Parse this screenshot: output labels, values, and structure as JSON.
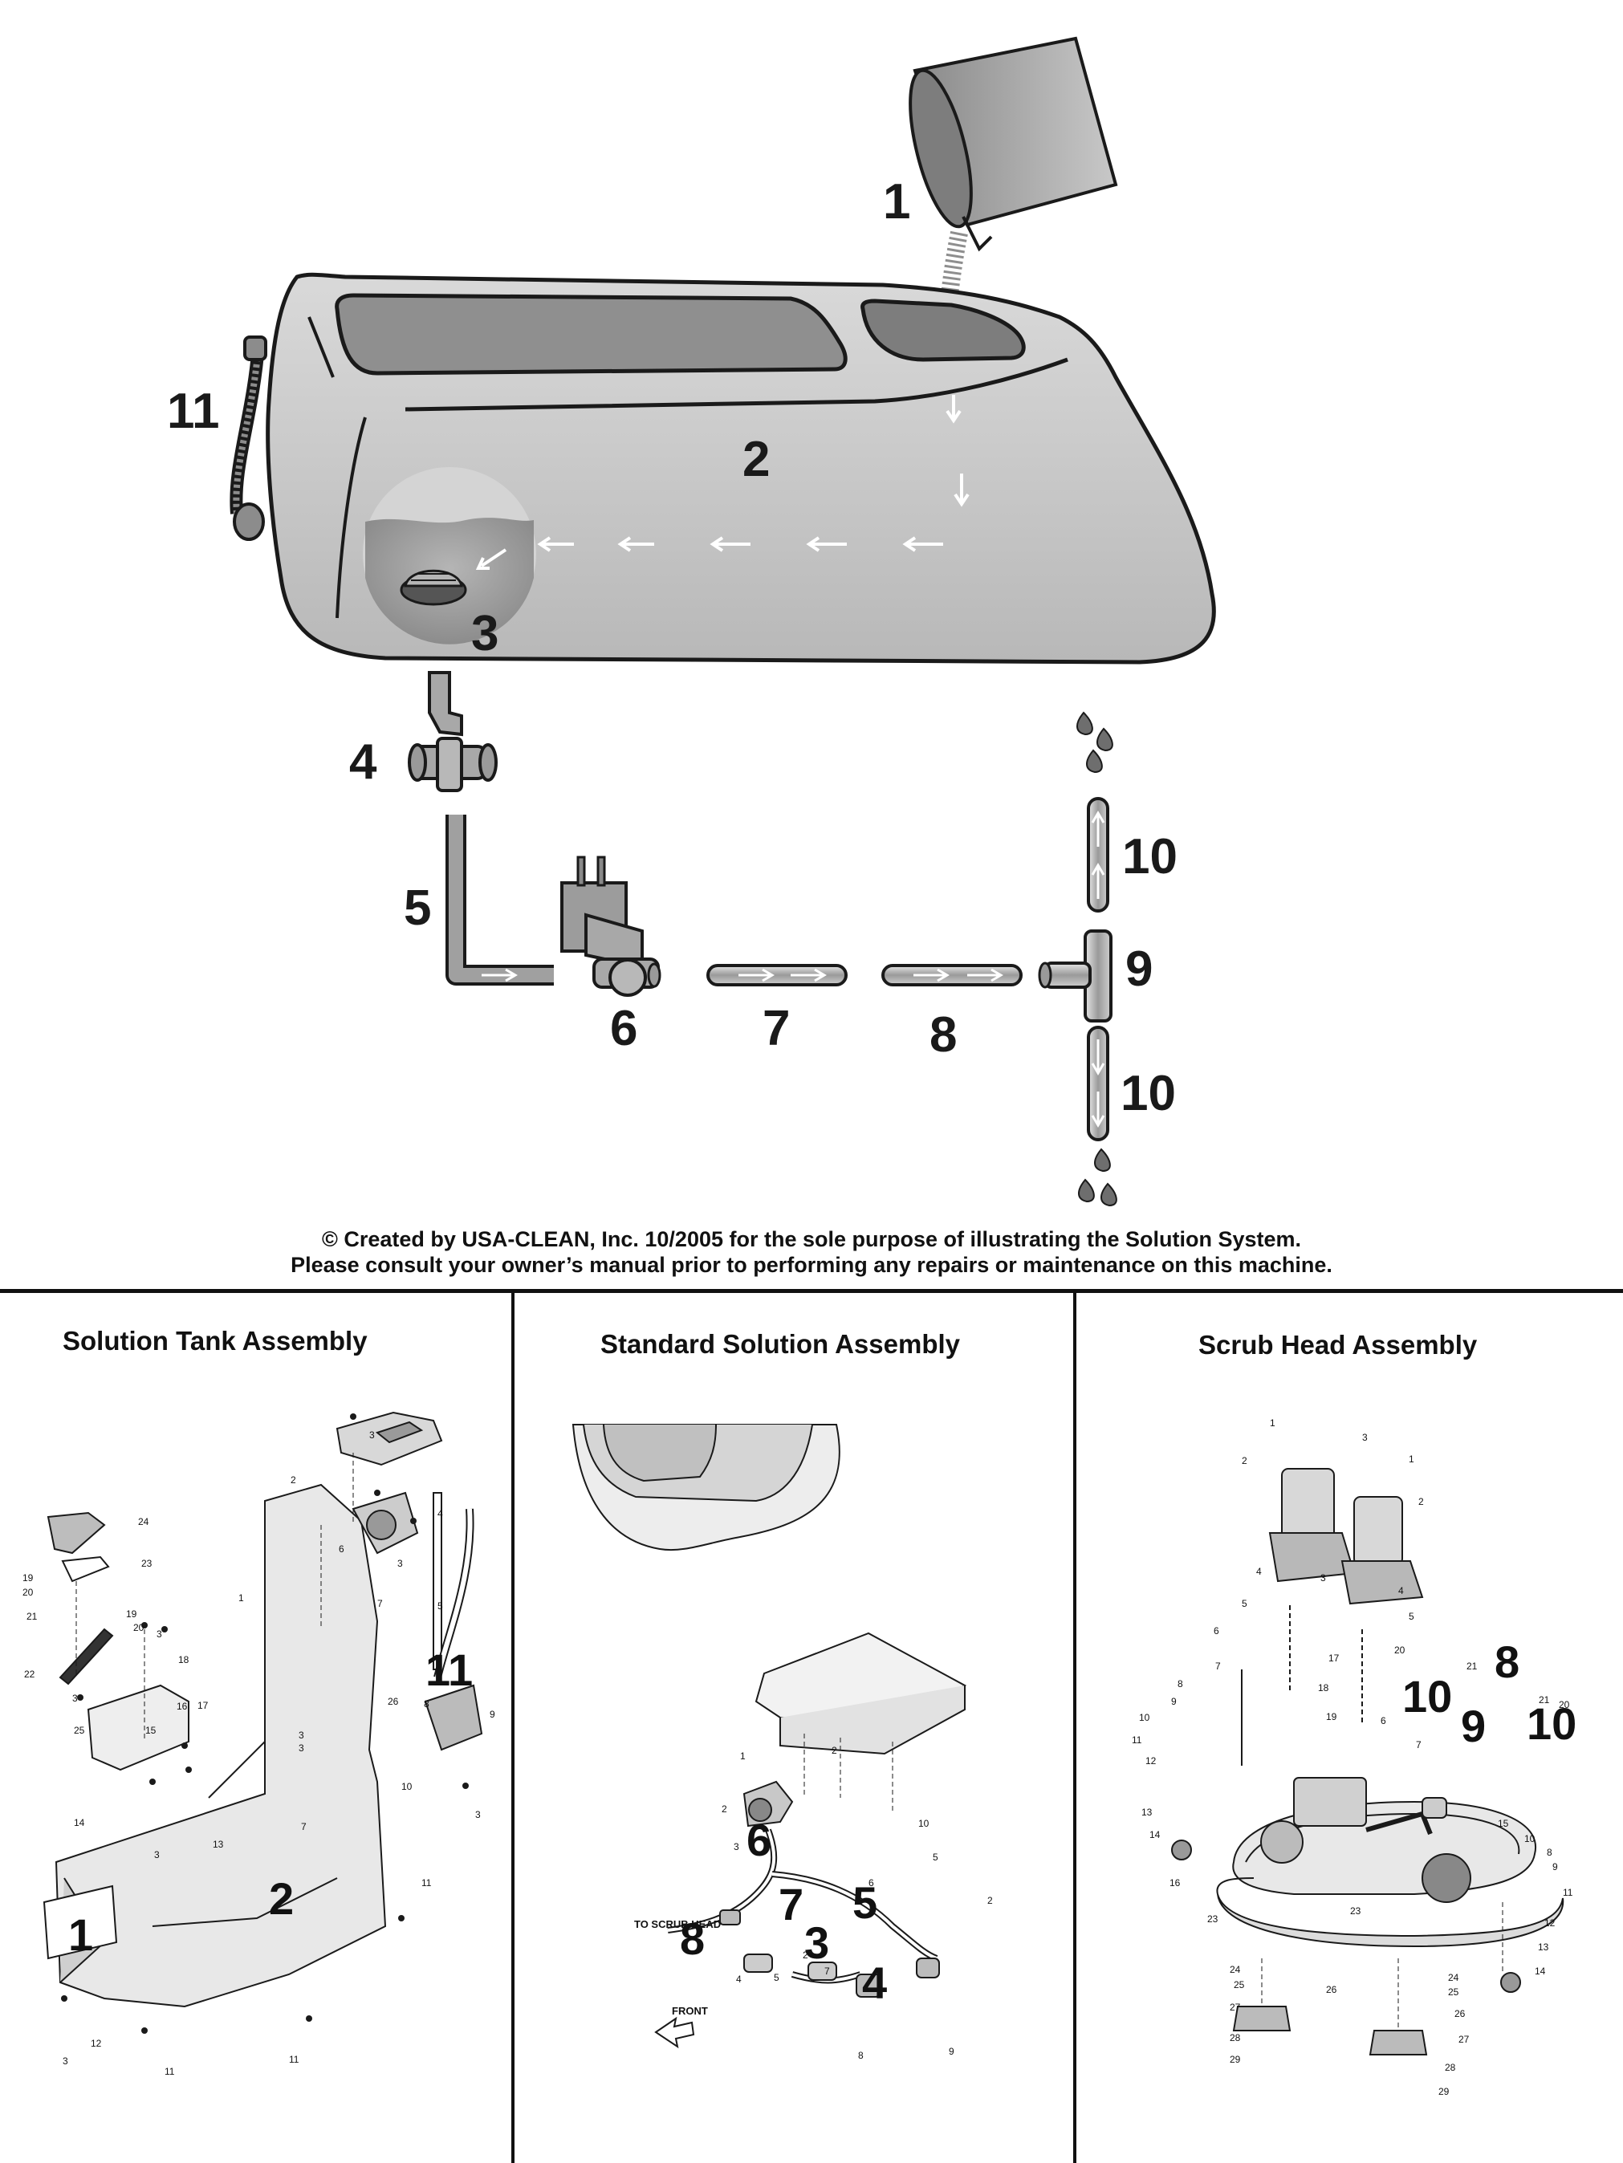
{
  "flow_diagram": {
    "callouts": [
      "1",
      "2",
      "3",
      "4",
      "5",
      "6",
      "7",
      "8",
      "9",
      "10",
      "10",
      "11"
    ],
    "colors": {
      "tank_fill": "#c9c9c9",
      "water_fill": "#9c9c9c",
      "outline": "#1a1a1a",
      "arrow": "#ffffff"
    }
  },
  "copyright": {
    "line1": "© Created by USA-CLEAN, Inc. 10/2005 for the sole purpose of illustrating the Solution System.",
    "line2": "Please consult your owner’s manual prior to performing any repairs or maintenance on this machine."
  },
  "panels": {
    "tank": {
      "title": "Solution Tank Assembly",
      "big_callouts": [
        "11",
        "1",
        "2"
      ],
      "small_labels": [
        "3",
        "2",
        "24",
        "4",
        "23",
        "6",
        "19",
        "20",
        "3",
        "21",
        "19",
        "20",
        "1",
        "3",
        "7",
        "5",
        "22",
        "18",
        "16",
        "17",
        "26",
        "8",
        "3",
        "9",
        "25",
        "15",
        "3",
        "3",
        "10",
        "14",
        "7",
        "13",
        "3",
        "11",
        "3",
        "12",
        "11",
        "11",
        "3"
      ]
    },
    "standard": {
      "title": "Standard Solution Assembly",
      "big_callouts": [
        "6",
        "7",
        "5",
        "8",
        "3",
        "4"
      ],
      "small_labels": [
        "1",
        "2",
        "2",
        "10",
        "3",
        "5",
        "6",
        "2",
        "7",
        "5",
        "4",
        "2",
        "8",
        "9"
      ],
      "to_scrub_head": "TO SCRUB HEAD",
      "front_label": "FRONT"
    },
    "scrub": {
      "title": "Scrub Head Assembly",
      "big_callouts": [
        "8",
        "10",
        "10",
        "9"
      ],
      "small_labels": [
        "1",
        "3",
        "1",
        "2",
        "2",
        "4",
        "3",
        "4",
        "5",
        "5",
        "6",
        "17",
        "20",
        "21",
        "7",
        "18",
        "21",
        "20",
        "8",
        "19",
        "9",
        "6",
        "10",
        "7",
        "11",
        "12",
        "15",
        "13",
        "14",
        "10",
        "8",
        "9",
        "16",
        "11",
        "23",
        "12",
        "23",
        "13",
        "24",
        "14",
        "25",
        "24",
        "26",
        "25",
        "27",
        "26",
        "27",
        "28",
        "28",
        "29",
        "29"
      ]
    }
  }
}
